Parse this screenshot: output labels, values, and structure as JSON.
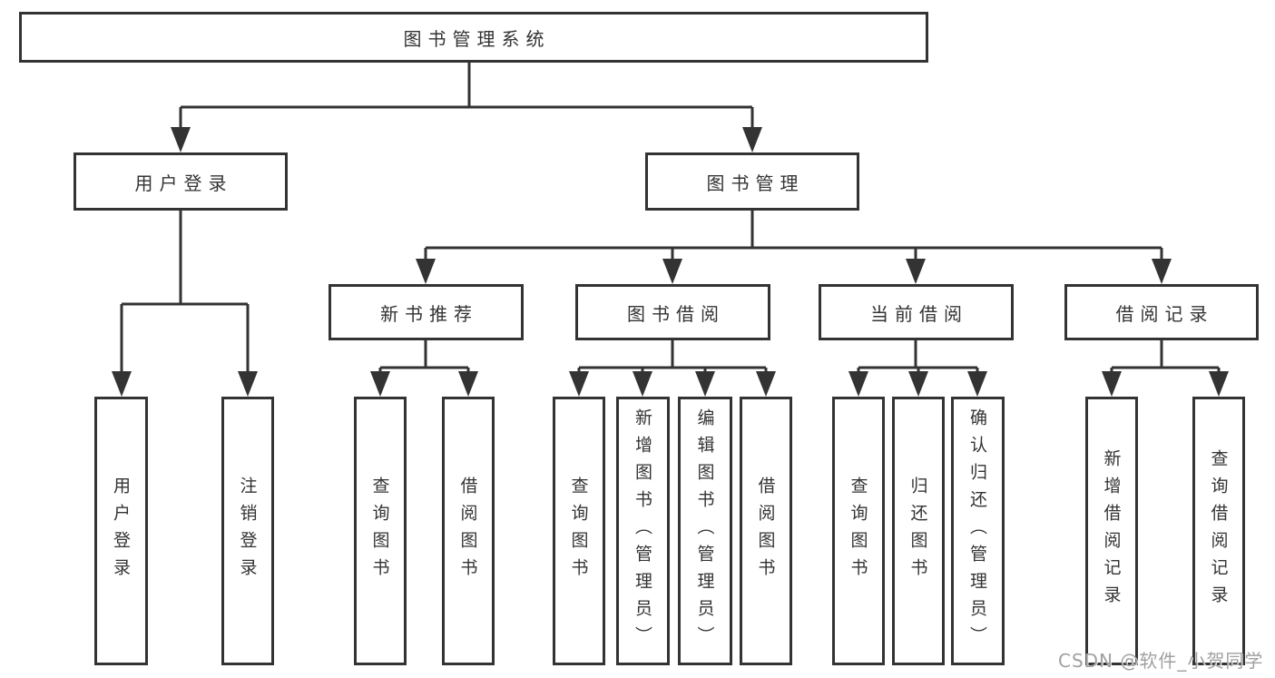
{
  "tree": {
    "root": "图书管理系统",
    "branches": [
      {
        "label": "用户登录",
        "children": [
          {
            "label": "用户登录"
          },
          {
            "label": "注销登录"
          }
        ]
      },
      {
        "label": "图书管理",
        "children": [
          {
            "label": "新书推荐",
            "children": [
              {
                "label": "查询图书"
              },
              {
                "label": "借阅图书"
              }
            ]
          },
          {
            "label": "图书借阅",
            "children": [
              {
                "label": "查询图书"
              },
              {
                "label": "新增图书（管理员）"
              },
              {
                "label": "编辑图书（管理员）"
              },
              {
                "label": "借阅图书"
              }
            ]
          },
          {
            "label": "当前借阅",
            "children": [
              {
                "label": "查询图书"
              },
              {
                "label": "归还图书"
              },
              {
                "label": "确认归还（管理员）"
              }
            ]
          },
          {
            "label": "借阅记录",
            "children": [
              {
                "label": "新增借阅记录"
              },
              {
                "label": "查询借阅记录"
              }
            ]
          }
        ]
      }
    ]
  },
  "watermark": "CSDN @软件_小贺同学",
  "colors": {
    "line": "#333333",
    "text": "#333333",
    "box_background": "#ffffff",
    "watermark": "#a0a0a0"
  }
}
